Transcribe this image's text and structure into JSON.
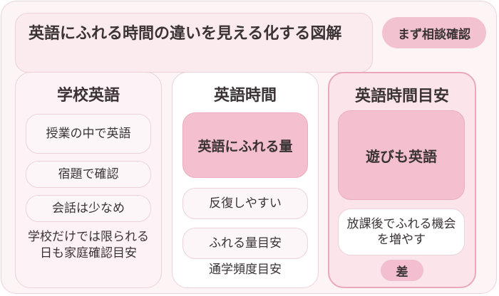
{
  "header": {
    "title": "英語にふれる時間の違いを見える化する図解",
    "consult_label": "まず相談確認"
  },
  "columns": [
    {
      "title": "学校英語",
      "items": [
        "授業の中で英語",
        "宿題で確認",
        "会話は少なめ"
      ],
      "note": "学校だけでは限られる日も家庭確認目安"
    },
    {
      "title": "英語時間",
      "highlight": "英語にふれる量",
      "items": [
        "反復しやすい",
        "ふれる量目安"
      ],
      "note": "通学頻度目安"
    },
    {
      "title": "英語時間目安",
      "highlight": "遊びも英語",
      "items": [
        "放課後でふれる機会を増やす"
      ],
      "tag": "差"
    }
  ],
  "colors": {
    "background": "#fdf4f6",
    "border": "#ecd3da",
    "highlight": "#f4c0cf",
    "accent_border": "#e9a8bd"
  }
}
